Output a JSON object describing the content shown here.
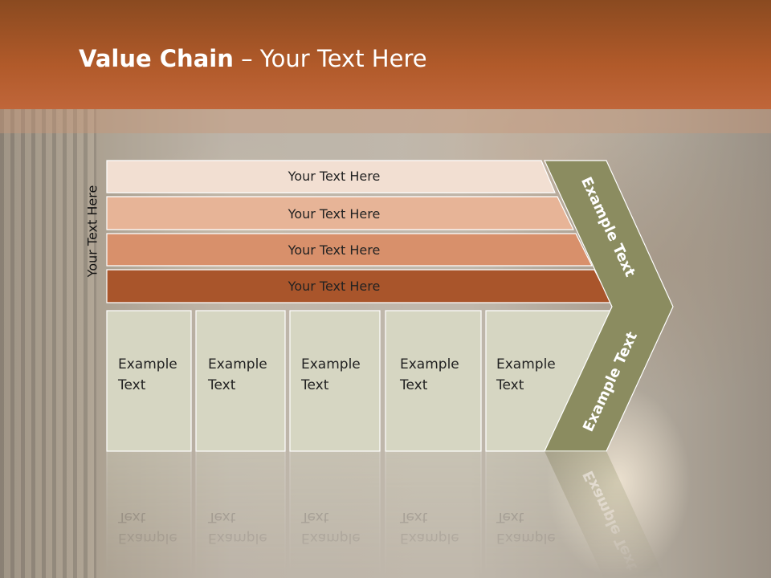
{
  "title": {
    "bold": "Value Chain",
    "rest": " – Your Text Here"
  },
  "side_label": "Your Text Here",
  "bars": [
    {
      "label": "Your Text Here",
      "color": "#f2dfd2"
    },
    {
      "label": "Your Text Here",
      "color": "#e7b497"
    },
    {
      "label": "Your Text Here",
      "color": "#d8906b"
    },
    {
      "label": "Your Text Here",
      "color": "#a9552b"
    }
  ],
  "boxes": [
    {
      "line1": "Example",
      "line2": "Text"
    },
    {
      "line1": "Example",
      "line2": "Text"
    },
    {
      "line1": "Example",
      "line2": "Text"
    },
    {
      "line1": "Example",
      "line2": "Text"
    },
    {
      "line1": "Example",
      "line2": "Text"
    }
  ],
  "chevron": {
    "top_label": "Example Text",
    "bottom_label": "Example Text",
    "color": "#8b8c60"
  },
  "colors": {
    "box_fill": "#d6d6c2",
    "title_bar": "#b15a2a"
  }
}
